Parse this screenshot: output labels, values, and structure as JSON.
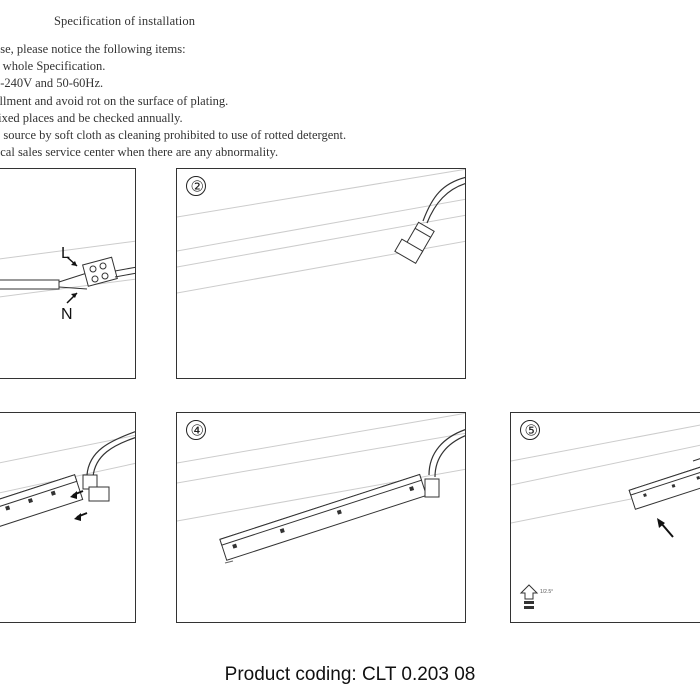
{
  "document": {
    "title": "Specification of installation",
    "notes": [
      "use, please notice the following items:",
      "e whole Specification.",
      "0-240V and 50-60Hz.",
      "allment and avoid rot on the surface of plating.",
      "fixed places and be checked annually.",
      "g source by soft cloth as cleaning prohibited to use of rotted detergent.",
      "ocal sales service center when there are any abnormality."
    ],
    "steps": [
      {
        "number": "",
        "wire_labels": [
          "L",
          "N"
        ]
      },
      {
        "number": "②"
      },
      {
        "number": ""
      },
      {
        "number": "④"
      },
      {
        "number": "⑤",
        "small_label": "1/2.5°"
      }
    ],
    "footer": "Product coding: CLT 0.203 08"
  }
}
